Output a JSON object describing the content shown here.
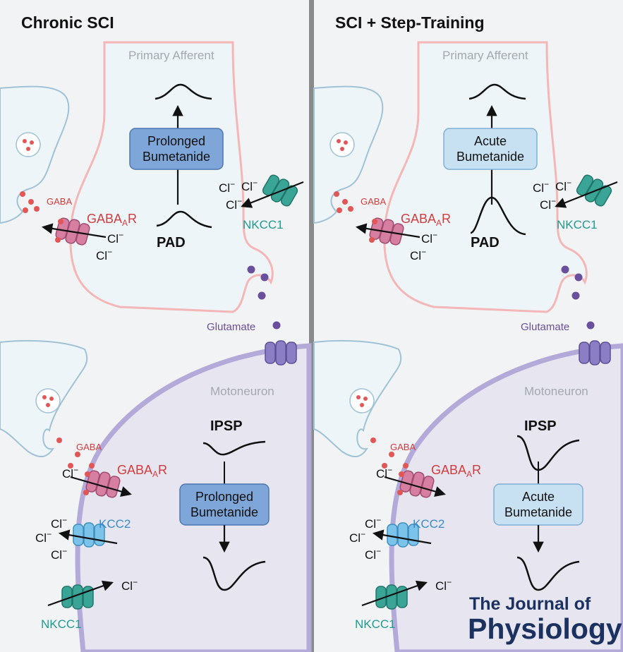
{
  "panels": [
    {
      "title": "Chronic SCI",
      "primary_afferent": "Primary Afferent",
      "afferent_box": [
        "Prolonged",
        "Bumetanide"
      ],
      "afferent_box_style": "dark",
      "pad": "PAD",
      "gaba": "GABA",
      "gabaar": "GABA",
      "gabaar_sub": "A",
      "gabaar_suffix": "R",
      "nkcc1": "NKCC1",
      "cl": "Cl",
      "glutamate": "Glutamate",
      "motoneuron": "Motoneuron",
      "ipsp": "IPSP",
      "moto_box": [
        "Prolonged",
        "Bumetanide"
      ],
      "moto_box_style": "dark",
      "kcc2": "KCC2"
    },
    {
      "title": "SCI + Step-Training",
      "primary_afferent": "Primary Afferent",
      "afferent_box": [
        "Acute",
        "Bumetanide"
      ],
      "afferent_box_style": "light",
      "pad": "PAD",
      "gaba": "GABA",
      "gabaar": "GABA",
      "gabaar_sub": "A",
      "gabaar_suffix": "R",
      "nkcc1": "NKCC1",
      "cl": "Cl",
      "glutamate": "Glutamate",
      "motoneuron": "Motoneuron",
      "ipsp": "IPSP",
      "moto_box": [
        "Acute",
        "Bumetanide"
      ],
      "moto_box_style": "light",
      "kcc2": "KCC2"
    }
  ],
  "superscript": "−",
  "journal": {
    "line1": "The Journal of",
    "line2": "Physiology"
  },
  "colors": {
    "membrane_pink": "#f4b6b6",
    "cell_fill": "#eef5f9",
    "motoneuron_fill": "#e6e5f0",
    "motoneuron_border": "#b3aad9",
    "gaba_red": "#d23c3c",
    "nkcc1_teal": "#1f9c8e",
    "kcc2_blue": "#3a8cc9",
    "glutamate_purple": "#6a4f9c",
    "box_dark": "#7fa6d9",
    "box_light": "#c8e1f2",
    "journal_navy": "#1b3160",
    "divider": "#8a8a8a"
  }
}
